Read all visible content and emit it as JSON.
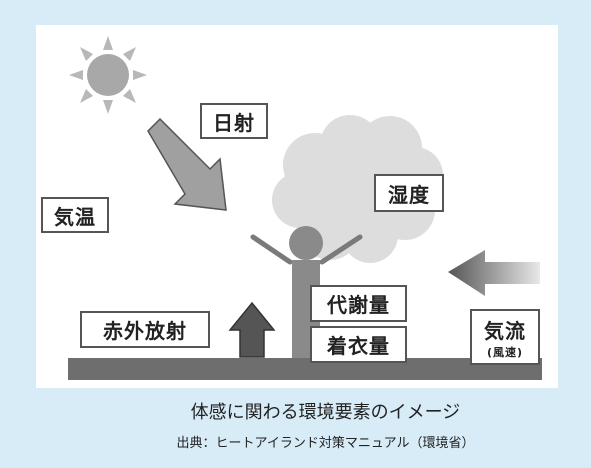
{
  "labels": {
    "solar_radiation": "日射",
    "air_temperature": "気温",
    "humidity": "湿度",
    "infrared_radiation": "赤外放射",
    "metabolic_rate": "代謝量",
    "clothing_amount": "着衣量",
    "airflow": "気流",
    "airflow_sub": "(風速)"
  },
  "caption": {
    "title": "体感に関わる環境要素のイメージ",
    "source": "出典：ヒートアイランド対策マニュアル（環境省）"
  },
  "colors": {
    "background": "#d8ecf8",
    "panel": "#ffffff",
    "ground": "#6e6e6e",
    "figure": "#8a8a8a",
    "cloud": "#dcdcdc",
    "sun": "#a8a8a8"
  }
}
